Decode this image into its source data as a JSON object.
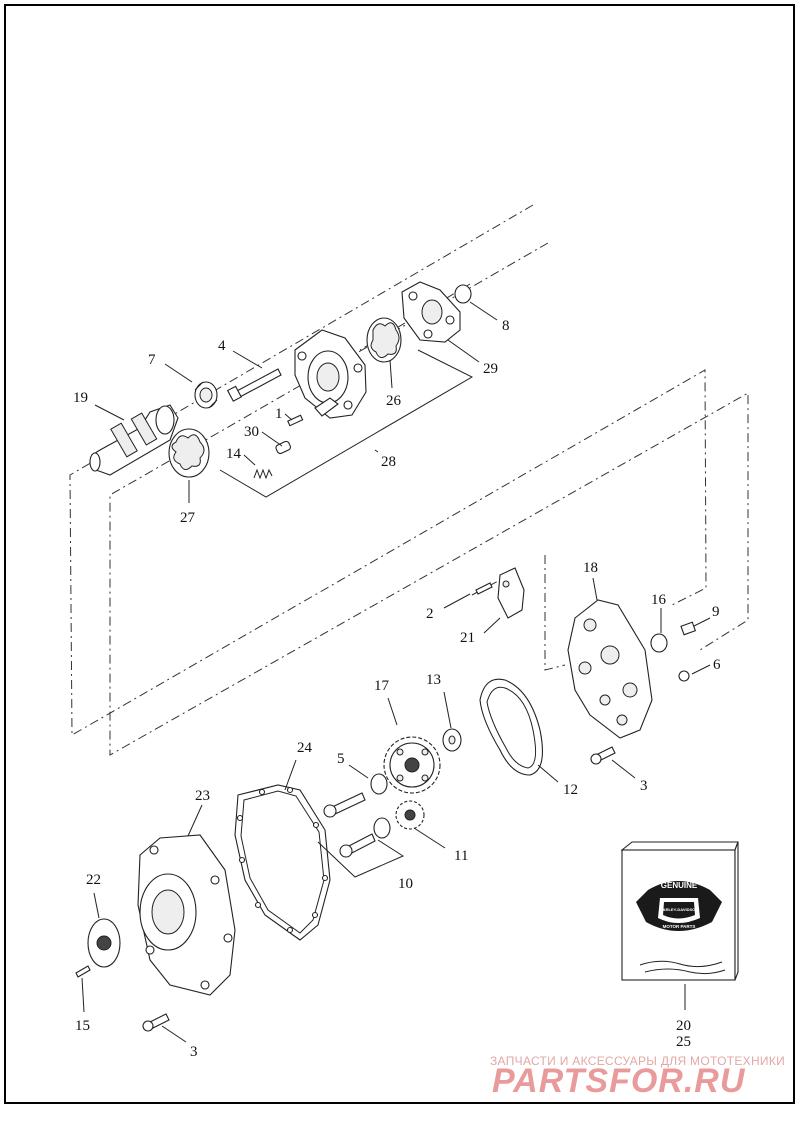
{
  "labels": {
    "l1": "1",
    "l2": "2",
    "l3a": "3",
    "l3b": "3",
    "l4": "4",
    "l5": "5",
    "l6": "6",
    "l7": "7",
    "l8": "8",
    "l9": "9",
    "l10": "10",
    "l11": "11",
    "l12": "12",
    "l13": "13",
    "l14": "14",
    "l15": "15",
    "l16": "16",
    "l17": "17",
    "l18": "18",
    "l19": "19",
    "l20": "20",
    "l21": "21",
    "l22": "22",
    "l23": "23",
    "l24": "24",
    "l25": "25",
    "l26": "26",
    "l27": "27",
    "l28": "28",
    "l29": "29",
    "l30": "30"
  },
  "box_logo": {
    "genuine": "GENUINE",
    "brand_top": "HARLEY-DAVIDSON",
    "motor_parts": "MOTOR PARTS"
  },
  "watermark": {
    "tagline": "ЗАПЧАСТИ И АКСЕССУАРЫ ДЛЯ МОТОТЕХНИКИ",
    "site": "PARTSFOR.RU"
  },
  "colors": {
    "line": "#222222",
    "watermark": "#e99a9a",
    "logo_fill": "#1a1a1a"
  }
}
